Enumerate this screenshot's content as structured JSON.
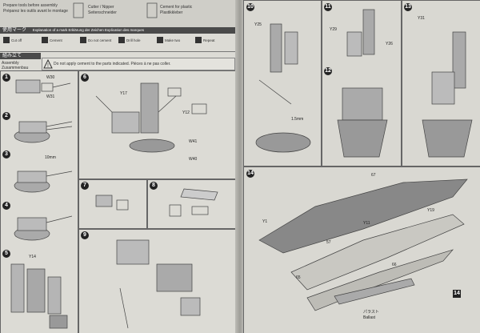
{
  "top_notes": {
    "left1": "Prepare tools before assembly",
    "left2": "Préparez les outils avant le montage",
    "mid1": "Cutter / Nipper",
    "mid2": "Seitenschneider",
    "right1": "Cement for plastic",
    "right2": "Plastikkleber"
  },
  "marks_bar": {
    "title": "使用マーク",
    "subtitle": "Explanation of a mark  Erklärung der Zeichen  Explication des marques"
  },
  "marks": [
    "Cut off",
    "Cement",
    "Do not cement",
    "Drill hole",
    "Make two",
    "Repeat"
  ],
  "assembly_bar": {
    "title": "組み立て",
    "en": "Assembly",
    "de": "Zusammenbau"
  },
  "warning_text": "Do not apply cement to the parts indicated. Pièces à ne pas coller.",
  "steps_left": [
    "1",
    "2",
    "3",
    "4",
    "5",
    "6",
    "7",
    "8",
    "9"
  ],
  "steps_right": [
    "10",
    "11",
    "12",
    "13",
    "14"
  ],
  "part_labels": {
    "w30": "W30",
    "w31": "W31",
    "y17": "Y17",
    "y12": "Y12",
    "y14": "Y14",
    "w40": "W40",
    "w41": "W41",
    "y25": "Y25",
    "y29": "Y29",
    "y26": "Y26",
    "y31": "Y31",
    "y1": "Y1",
    "y11": "Y11",
    "y19": "Y19",
    "x10mm": "10mm",
    "x15mm": "1.5mm",
    "n57": "57",
    "n67": "67",
    "n66": "66",
    "n65": "65"
  },
  "bottom_right": {
    "legend_jp": "パラスト",
    "legend_en": "Ballast",
    "step_ref": "14"
  }
}
